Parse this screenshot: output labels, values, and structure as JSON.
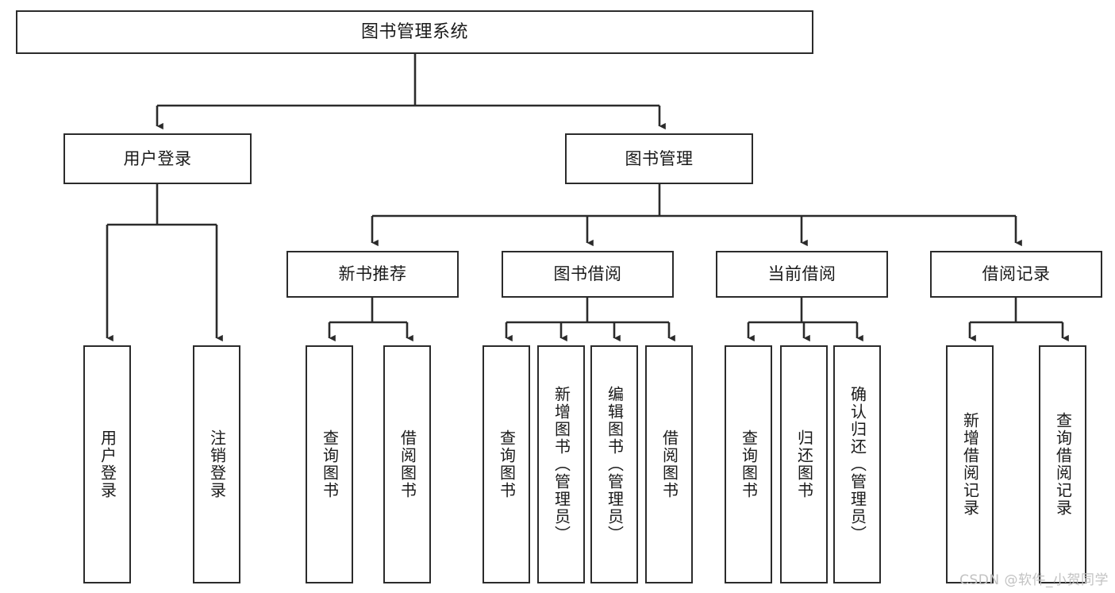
{
  "diagram": {
    "title": "图书管理系统",
    "type": "tree",
    "orientation": "top-down",
    "colors": {
      "box_border": "#2b2b2b",
      "box_fill": "#ffffff",
      "connector": "#2b2b2b",
      "text": "#1a1a1a",
      "watermark": "#c2c2c2"
    },
    "root": {
      "label": "图书管理系统"
    },
    "level2": [
      {
        "label": "用户登录"
      },
      {
        "label": "图书管理"
      }
    ],
    "level3": [
      {
        "label": "新书推荐"
      },
      {
        "label": "图书借阅"
      },
      {
        "label": "当前借阅"
      },
      {
        "label": "借阅记录"
      }
    ],
    "leaves": {
      "user_login": [
        {
          "label": "用户登录"
        },
        {
          "label": "注销登录"
        }
      ],
      "new_book_recommend": [
        {
          "label": "查询图书"
        },
        {
          "label": "借阅图书"
        }
      ],
      "book_borrow": [
        {
          "label": "查询图书"
        },
        {
          "label": "新增图书（管理员）"
        },
        {
          "label": "编辑图书（管理员）"
        },
        {
          "label": "借阅图书"
        }
      ],
      "current_borrow": [
        {
          "label": "查询图书"
        },
        {
          "label": "归还图书"
        },
        {
          "label": "确认归还（管理员）"
        }
      ],
      "borrow_record": [
        {
          "label": "新增借阅记录"
        },
        {
          "label": "查询借阅记录"
        }
      ]
    }
  },
  "watermark": {
    "text": "CSDN @软件_小贺同学"
  }
}
